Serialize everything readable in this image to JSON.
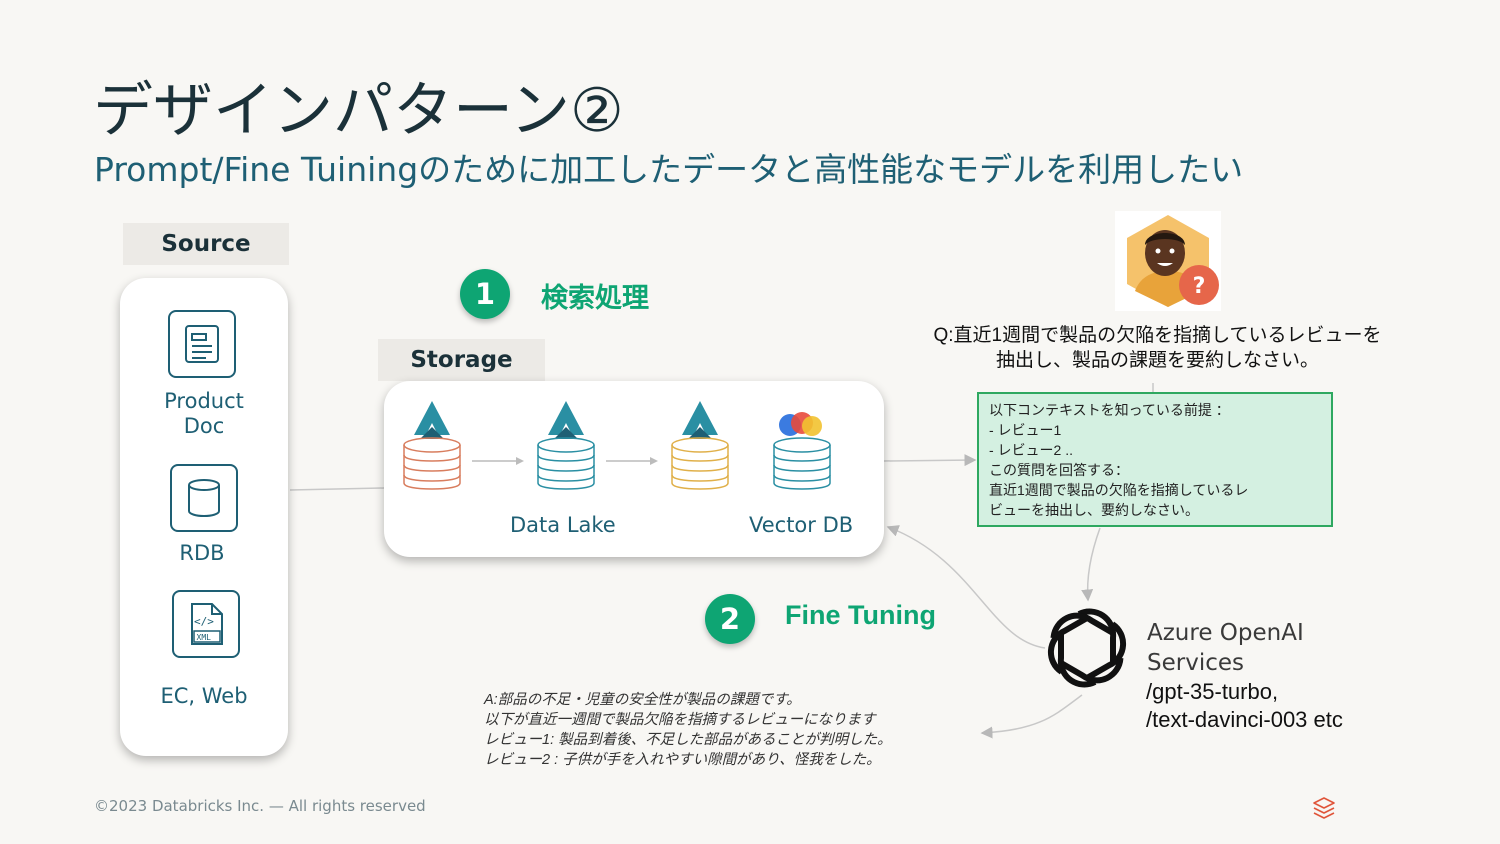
{
  "title": "デザインパターン②",
  "subtitle": "Prompt/Fine Tuiningのために加工したデータと高性能なモデルを利用したい",
  "source": {
    "label": "Source",
    "items": [
      {
        "label": "Product\nDoc",
        "icon": "document-icon"
      },
      {
        "label": "RDB",
        "icon": "database-icon"
      },
      {
        "label": "EC, Web",
        "icon": "xml-file-icon"
      }
    ]
  },
  "storage": {
    "label": "Storage",
    "data_lake_label": "Data Lake",
    "vector_db_label": "Vector DB"
  },
  "steps": [
    {
      "number": "1",
      "label": "検索処理"
    },
    {
      "number": "2",
      "label": "Fine Tuning"
    }
  ],
  "question": {
    "line1": "Q:直近1週間で製品の欠陥を指摘しているレビューを",
    "line2": "抽出し、製品の課題を要約しなさい。"
  },
  "context_prompt": {
    "lines": [
      "以下コンテキストを知っている前提 ：",
      " - レビュー1",
      " - レビュー2 ..",
      "この質問を回答する：",
      "直近1週間で製品の欠陥を指摘しているレ",
      "ビューを抽出し、要約しなさい。"
    ]
  },
  "answer": {
    "lines": [
      "A:部品の不足・児童の安全性が製品の課題です。",
      "以下が直近一週間で製品欠陥を指摘するレビューになります",
      "レビュー1: 製品到着後、不足した部品があることが判明した。",
      "レビュー2 : 子供が手を入れやすい隙間があり、怪我をした。"
    ]
  },
  "openai": {
    "name_line1": "Azure OpenAI",
    "name_line2": "Services",
    "model_line1": "/gpt-35-turbo,",
    "model_line2": "/text-davinci-003 etc"
  },
  "avatar_badge": "?",
  "footer": "©2023 Databricks Inc. — All rights reserved",
  "colors": {
    "accent_green": "#0ea573",
    "teal": "#1e5f74",
    "dark": "#1b3139",
    "context_bg": "#d4f0e1",
    "bronze": "#d87d5e",
    "silver": "#2a8fa3",
    "gold": "#e0b04a"
  }
}
